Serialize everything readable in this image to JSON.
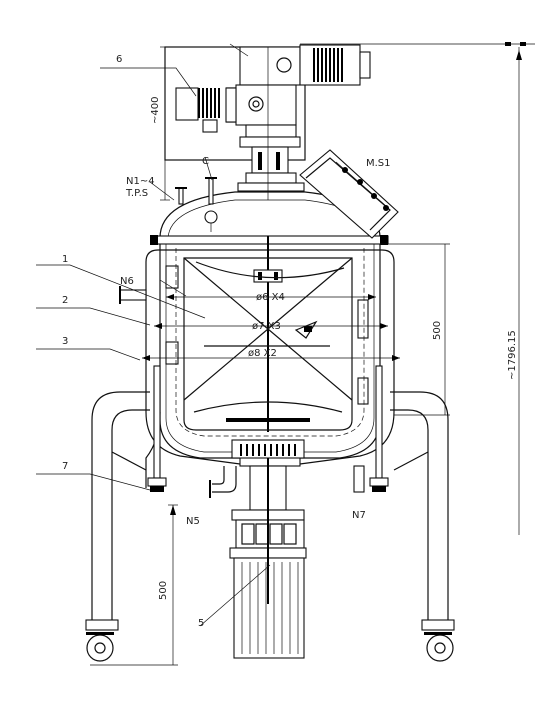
{
  "callouts": {
    "c1": "1",
    "c2": "2",
    "c3": "3",
    "c5": "5",
    "c6": "6",
    "c7": "7"
  },
  "nozzles": {
    "n1_4": "N1~4",
    "tps": "T.P.S",
    "c": "C",
    "ms1": "M.S1",
    "n6": "N6",
    "n5": "N5",
    "n7": "N7"
  },
  "diameters": {
    "d1": "ø6 X4",
    "d2": "ø7 X3",
    "d3": "ø8 X2"
  },
  "dimensions": {
    "top_height": "~400",
    "jacket_height": "500",
    "overall_height": "~1796.15",
    "leg_height": "500"
  }
}
